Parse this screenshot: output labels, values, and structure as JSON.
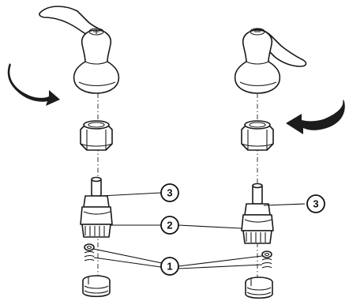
{
  "callouts": [
    {
      "number": "1",
      "part": "spring-and-seat"
    },
    {
      "number": "2",
      "part": "cartridge-base"
    },
    {
      "number": "3",
      "part": "cartridge-stem-tab"
    }
  ],
  "icons": {
    "left_arrow": "counterclockwise-arrow-icon",
    "right_arrow": "clockwise-arrow-icon"
  },
  "colors": {
    "line": "#1a1a1a",
    "arrow_fill": "#1c1c1c",
    "background": "#ffffff"
  }
}
